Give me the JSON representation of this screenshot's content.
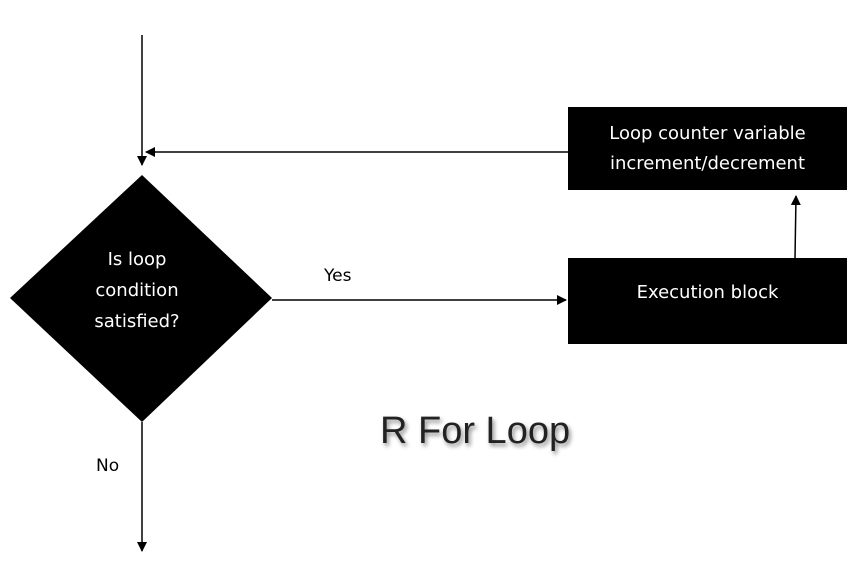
{
  "diagram": {
    "decision": {
      "lines": [
        "Is loop",
        "condition",
        "satisfied?"
      ]
    },
    "counter_box": {
      "lines": [
        "Loop counter variable",
        "increment/decrement"
      ]
    },
    "execution_box": {
      "label": "Execution block"
    },
    "yes_label": "Yes",
    "no_label": "No",
    "title": "R For Loop",
    "colors": {
      "shape_fill": "#000000",
      "shape_text": "#ffffff",
      "line": "#000000"
    }
  }
}
